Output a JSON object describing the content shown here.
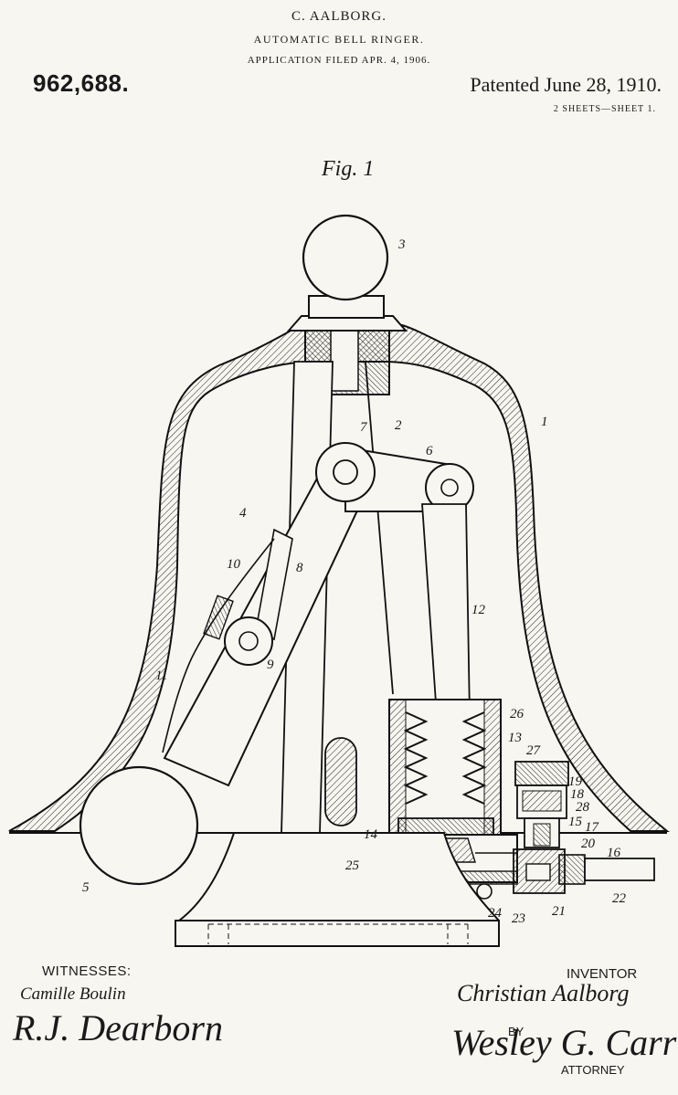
{
  "header": {
    "inventor_name": "C. AALBORG.",
    "title": "AUTOMATIC BELL RINGER.",
    "application": "APPLICATION FILED APR. 4, 1906.",
    "patent_number": "962,688.",
    "patented": "Patented June 28, 1910.",
    "sheets": "2 SHEETS—SHEET 1."
  },
  "figure": {
    "label": "Fig. 1",
    "reference_numerals": [
      "1",
      "2",
      "3",
      "4",
      "5",
      "6",
      "7",
      "8",
      "9",
      "10",
      "11",
      "12",
      "13",
      "14",
      "15",
      "16",
      "17",
      "18",
      "19",
      "20",
      "21",
      "22",
      "23",
      "24",
      "25",
      "26",
      "27",
      "28"
    ]
  },
  "signatures": {
    "witnesses_heading": "WITNESSES:",
    "witness_1": "Camille Boulin",
    "witness_2": "R.J. Dearborn",
    "inventor_heading": "INVENTOR",
    "inventor": "Christian Aalborg",
    "by": "BY",
    "attorney_name": "Wesley G. Carr",
    "attorney_heading": "ATTORNEY"
  }
}
